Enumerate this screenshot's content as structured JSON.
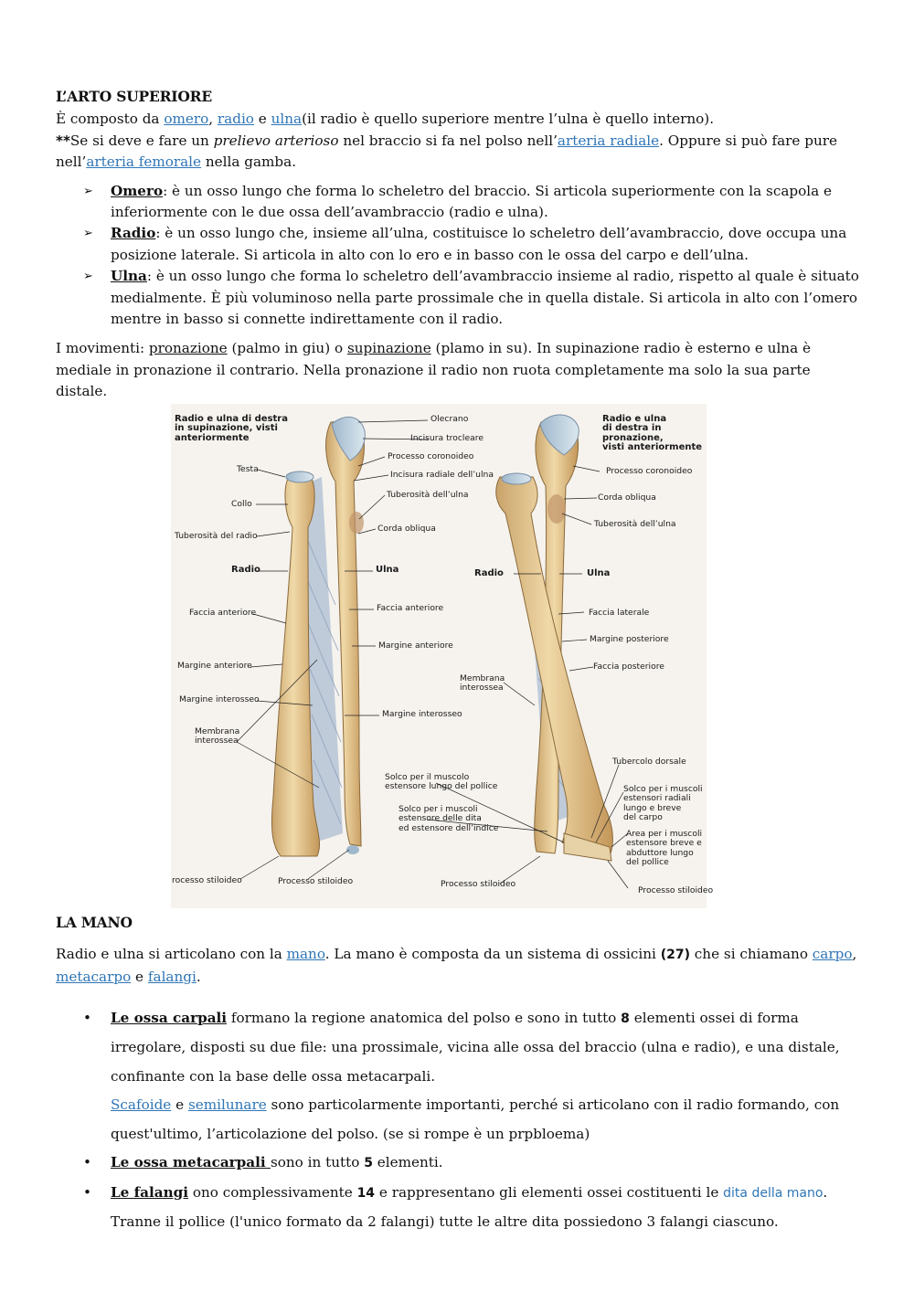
{
  "section1": {
    "title": "L’ARTO SUPERIORE",
    "intro": {
      "t1": "È composto da ",
      "link1": "omero",
      "t2": ", ",
      "link2": "radio",
      "t3": " e ",
      "link3": "ulna",
      "t4": "(il radio è quello superiore mentre l’ulna è quello interno)."
    },
    "note": {
      "stars": "**",
      "t1": "Se si deve e fare un ",
      "italic": "prelievo arterioso",
      "t2": " nel braccio si fa nel polso nell’",
      "link1": "arteria radiale",
      "t3": ". Oppure si può fare pure nell’",
      "link2": "arteria femorale",
      "t4": " nella gamba."
    },
    "bullets": [
      {
        "marker": "➢",
        "term": "Omero",
        "text": ": è un osso lungo che forma lo scheletro del braccio. Si articola superiormente con la scapola e inferiormente con le due ossa dell’avambraccio (radio e ulna)."
      },
      {
        "marker": "➢",
        "term": "Radio",
        "text": ": è un osso lungo che, insieme all’ulna, costituisce lo scheletro dell’avambraccio, dove occupa una posizione laterale. Si articola in alto con lo ero e in basso con le ossa del carpo e dell’ulna."
      },
      {
        "marker": "➢",
        "term": "Ulna",
        "text": ": è un osso lungo che forma lo scheletro dell’avambraccio insieme al radio, rispetto al quale è situato medialmente. È più voluminoso nella parte prossimale che in quella distale. Si articola in alto con l’omero mentre in basso si connette indirettamente con il radio."
      }
    ],
    "movements": {
      "t1": "I movimenti: ",
      "u1": "pronazione",
      "t2": " (palmo in giu) o ",
      "u2": "supinazione",
      "t3": " (plamo in su). In supinazione radio è esterno e ulna è mediale in pronazione il contrario. Nella pronazione il radio non ruota completamente ma solo la sua parte distale."
    }
  },
  "figure": {
    "left_title": "Radio e ulna di destra\nin supinazione, visti\nanteriormente",
    "right_title": "Radio e ulna\ndi destra in\npronazione,\nvisti anteriormente",
    "labels": {
      "olecrano": "Olecrano",
      "incisura_trocleare": "Incisura trocleare",
      "processo_coronoideo_l": "Processo coronoideo",
      "incisura_radiale": "Incisura radiale dell’ulna",
      "tuberosita_ulna_l": "Tuberosità dell’ulna",
      "corda_obliqua_l": "Corda obliqua",
      "testa": "Testa",
      "collo": "Collo",
      "tuberosita_radio": "Tuberosità del radio",
      "radio_l": "Radio",
      "ulna_l": "Ulna",
      "faccia_anteriore_l": "Faccia anteriore",
      "faccia_anteriore_c": "Faccia anteriore",
      "margine_anteriore_c": "Margine anteriore",
      "margine_anteriore_l": "Margine anteriore",
      "margine_interosseo_l": "Margine interosseo",
      "margine_interosseo_c": "Margine interosseo",
      "membrana_l": "Membrana\ninterossea",
      "solco_pollice": "Solco per il muscolo\nestensore lungo del pollice",
      "solco_dita": "Solco per i muscoli\nestensore delle dita\ned estensore dell’indice",
      "processo_stiloideo_l1": "rocesso stiloideo",
      "processo_stiloideo_l2": "Processo stiloideo",
      "processo_stiloideo_r1": "Processo stiloideo",
      "processo_stiloideo_r2": "Processo stiloideo",
      "processo_coronoideo_r": "Processo coronoideo",
      "corda_obliqua_r": "Corda obliqua",
      "tuberosita_ulna_r": "Tuberosità dell’ulna",
      "radio_r": "Radio",
      "ulna_r": "Ulna",
      "faccia_laterale": "Faccia laterale",
      "margine_posteriore": "Margine posteriore",
      "faccia_posteriore": "Faccia posteriore",
      "membrana_r": "Membrana\ninterossea",
      "tubercolo_dorsale": "Tubercolo dorsale",
      "solco_radiali": "Solco per i muscoli\nestensori radiali\nlungo e breve\ndel carpo",
      "area_muscoli": "Area per i muscoli\nestensore breve e\nabduttore lungo\ndel pollice"
    }
  },
  "section2": {
    "title": "LA MANO",
    "intro": {
      "t1": "Radio e ulna si articolano con la ",
      "link1": "mano",
      "t2": ". La mano è composta da un sistema di ossicini ",
      "b1": "(27)",
      "t3": " che si chiamano ",
      "link2": "carpo",
      "t4": ", ",
      "link3": "metacarpo",
      "t5": " e ",
      "link4": "falangi",
      "t6": "."
    },
    "bullets": {
      "carpali": {
        "marker": "•",
        "term": "Le ossa carpali",
        "t1": " formano la regione anatomica del polso e sono in tutto ",
        "b1": "8",
        "t2": " elementi ossei di forma irregolare, disposti su due file: una prossimale, vicina alle ossa del braccio (ulna e radio), e una distale, confinante con la base delle ossa metacarpali.",
        "link1": "Scafoide",
        "t3": " e ",
        "link2": "semilunare",
        "t4": " sono particolarmente importanti, perché si articolano con il radio formando, con quest'ultimo, l’articolazione del polso. (se si rompe è un prpbloema)"
      },
      "metacarpali": {
        "marker": "•",
        "term": "Le ossa metacarpali ",
        "t1": "sono in tutto ",
        "b1": "5",
        "t2": " elementi."
      },
      "falangi": {
        "marker": "•",
        "term": "Le falangi",
        "t1": " ono complessivamente ",
        "b1": "14",
        "t2": " e rappresentano gli elementi ossei costituenti le ",
        "blue1": "dita della mano",
        "t3": ".",
        "t4": "Tranne il pollice (l'unico formato da 2 falangi) tutte le altre dita possiedono 3 falangi ciascuno."
      }
    }
  },
  "colors": {
    "link": "#2e75b6",
    "bone": "#e4c48a",
    "membrane": "#a9b9cc"
  }
}
